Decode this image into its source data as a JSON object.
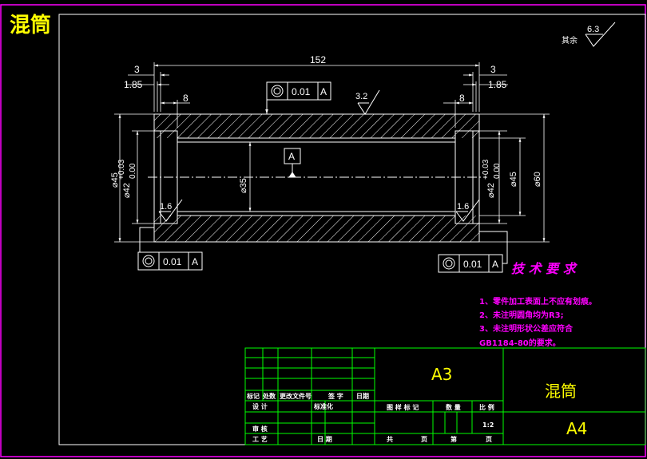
{
  "title": "混筒",
  "surface_finish": {
    "rest_label": "其余",
    "rest_value": "6.3",
    "body_value": "3.2",
    "bore_value_left": "1.6",
    "bore_value_right": "1.6"
  },
  "dimensions": {
    "overall_length": "152",
    "left_step": "3",
    "left_step_small": "1.85",
    "left_counterbore": "8",
    "right_step": "3",
    "right_step_small": "1.85",
    "right_counterbore": "8",
    "left_dia_outer": "⌀45",
    "left_dia_inner": "⌀42",
    "left_tol_upper": "+0.03",
    "left_tol_lower": "0.00",
    "bore_dia": "⌀35",
    "right_dia_inner": "⌀42",
    "right_tol_upper": "+0.03",
    "right_tol_lower": "0.00",
    "right_dia_outer": "⌀45",
    "outer_dia": "⌀60"
  },
  "tolerance_frames": {
    "top": {
      "value": "0.01",
      "datum": "A"
    },
    "bottom_left": {
      "value": "0.01",
      "datum": "A"
    },
    "bottom_right": {
      "value": "0.01",
      "datum": "A"
    },
    "datum_label": "A"
  },
  "tech_requirements": {
    "heading": "技 术 要 求",
    "items": [
      "1、零件加工表面上不应有划痕。",
      "2、未注明圆角均为R3;",
      "3、未注明形状公差应符合",
      "GB1184-80的要求。"
    ]
  },
  "title_block": {
    "scale_sheet": "A3",
    "part_name": "混筒",
    "drawing_no": "A4",
    "labels": {
      "mark": "标记",
      "count": "处数",
      "change_doc": "更改文件号",
      "sign": "签 字",
      "date": "日期",
      "design": "设 计",
      "standard": "标准化",
      "review": "审 核",
      "process": "工 艺",
      "date2": "日 期",
      "stage": "图 样 标 记",
      "weight": "数 量",
      "scale": "比 例",
      "scale_value": "1:2",
      "total": "共",
      "sheet": "页",
      "no": "第",
      "sheet2": "页"
    }
  }
}
